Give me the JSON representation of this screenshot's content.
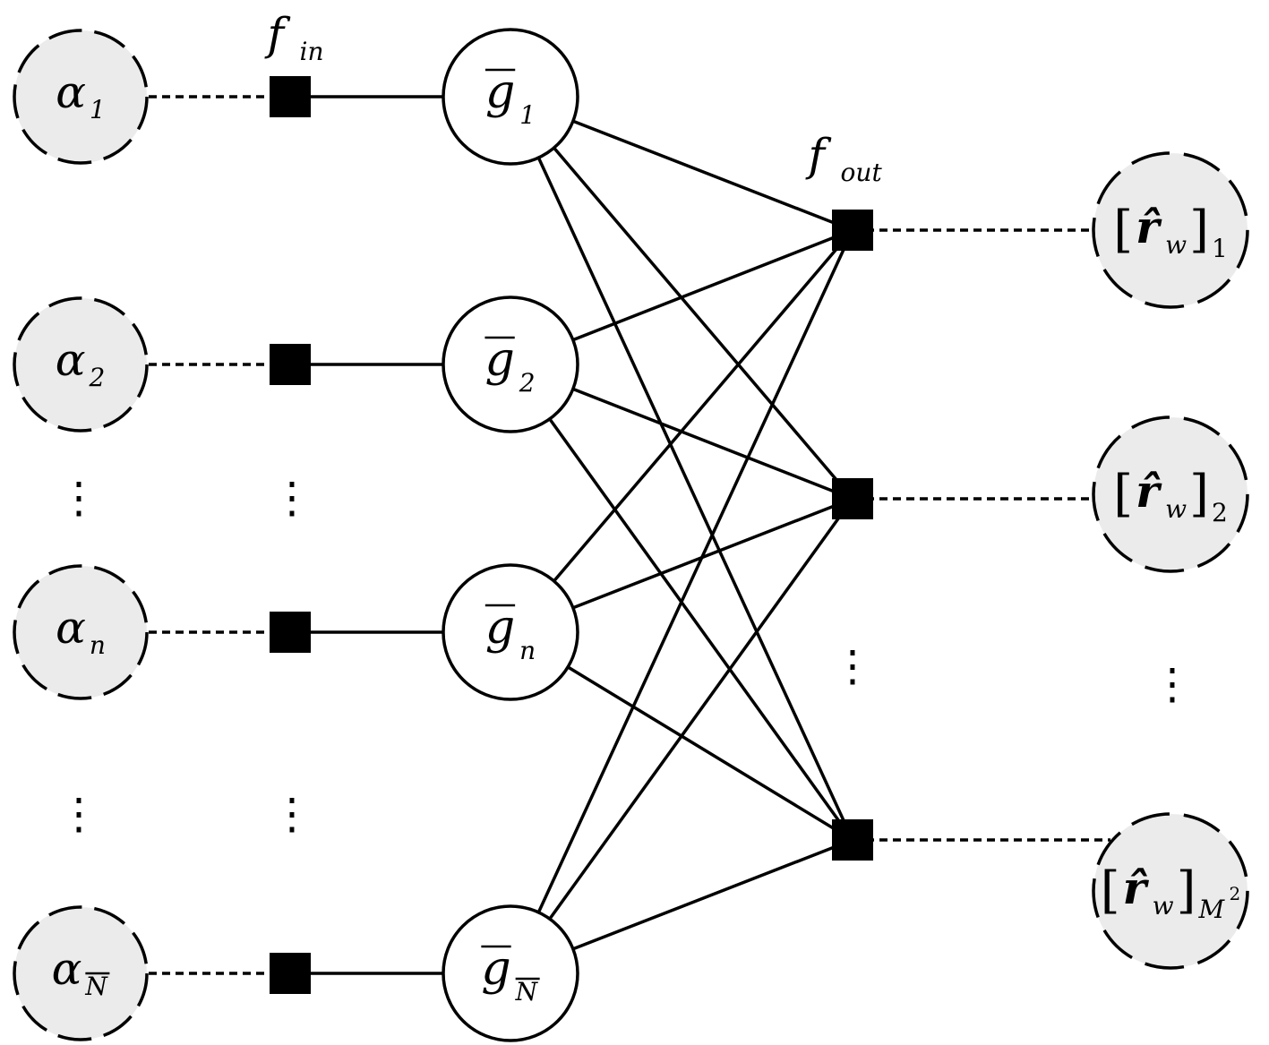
{
  "colors": {
    "stroke": "#000000",
    "observed_fill": "#ebebeb",
    "latent_fill": "#ffffff",
    "factor_fill": "#000000"
  },
  "factor_labels": {
    "f_in": {
      "base": "f",
      "sub": "in"
    },
    "f_out": {
      "base": "f",
      "sub": "out"
    }
  },
  "alpha_nodes": [
    {
      "base": "α",
      "sub": "1",
      "sub_overline": false
    },
    {
      "base": "α",
      "sub": "2",
      "sub_overline": false
    },
    {
      "base": "α",
      "sub": "n",
      "sub_overline": false
    },
    {
      "base": "α",
      "sub": "N",
      "sub_overline": true
    }
  ],
  "g_nodes": [
    {
      "base": "g",
      "sub": "1",
      "sub_overline": false
    },
    {
      "base": "g",
      "sub": "2",
      "sub_overline": false
    },
    {
      "base": "g",
      "sub": "n",
      "sub_overline": false
    },
    {
      "base": "g",
      "sub": "N",
      "sub_overline": true
    }
  ],
  "r_nodes": [
    {
      "open": "[",
      "base": "r̂",
      "sub": "w",
      "close": "]",
      "index": "1",
      "index_sup": ""
    },
    {
      "open": "[",
      "base": "r̂",
      "sub": "w",
      "close": "]",
      "index": "2",
      "index_sup": ""
    },
    {
      "open": "[",
      "base": "r̂",
      "sub": "w",
      "close": "]",
      "index": "M",
      "index_sup": "2"
    }
  ],
  "ellipsis": "⋮"
}
